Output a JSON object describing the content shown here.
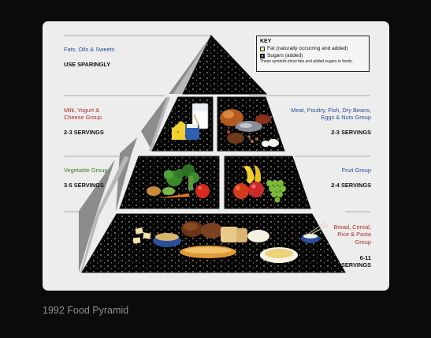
{
  "caption": "1992 Food Pyramid",
  "key": {
    "title": "KEY",
    "fat": "Fat (naturally occurring and added)",
    "sugar": "Sugars (added)",
    "note": "These symbols show fats and added sugars in foods."
  },
  "groups": [
    {
      "name": "Fats, Oils & Sweets",
      "servings": "USE SPARINGLY",
      "color": "#2a4f9c"
    },
    {
      "name": "Milk, Yogurt &\nCheese Group",
      "servings": "2-3 SERVINGS",
      "color": "#b0322e"
    },
    {
      "name": "Meat, Poultry, Fish, Dry Beans,\nEggs & Nuts Group",
      "servings": "2-3 SERVINGS",
      "color": "#2a4f9c"
    },
    {
      "name": "Vegetable Group",
      "servings": "3-5 SERVINGS",
      "color": "#3f7a2a"
    },
    {
      "name": "Fruit Group",
      "servings": "2-4 SERVINGS",
      "color": "#2a4f9c"
    },
    {
      "name": "Bread, Cereal,\nRice & Pasta\nGroup",
      "servings": "6-11\nSERVINGS",
      "color": "#b0322e"
    }
  ]
}
